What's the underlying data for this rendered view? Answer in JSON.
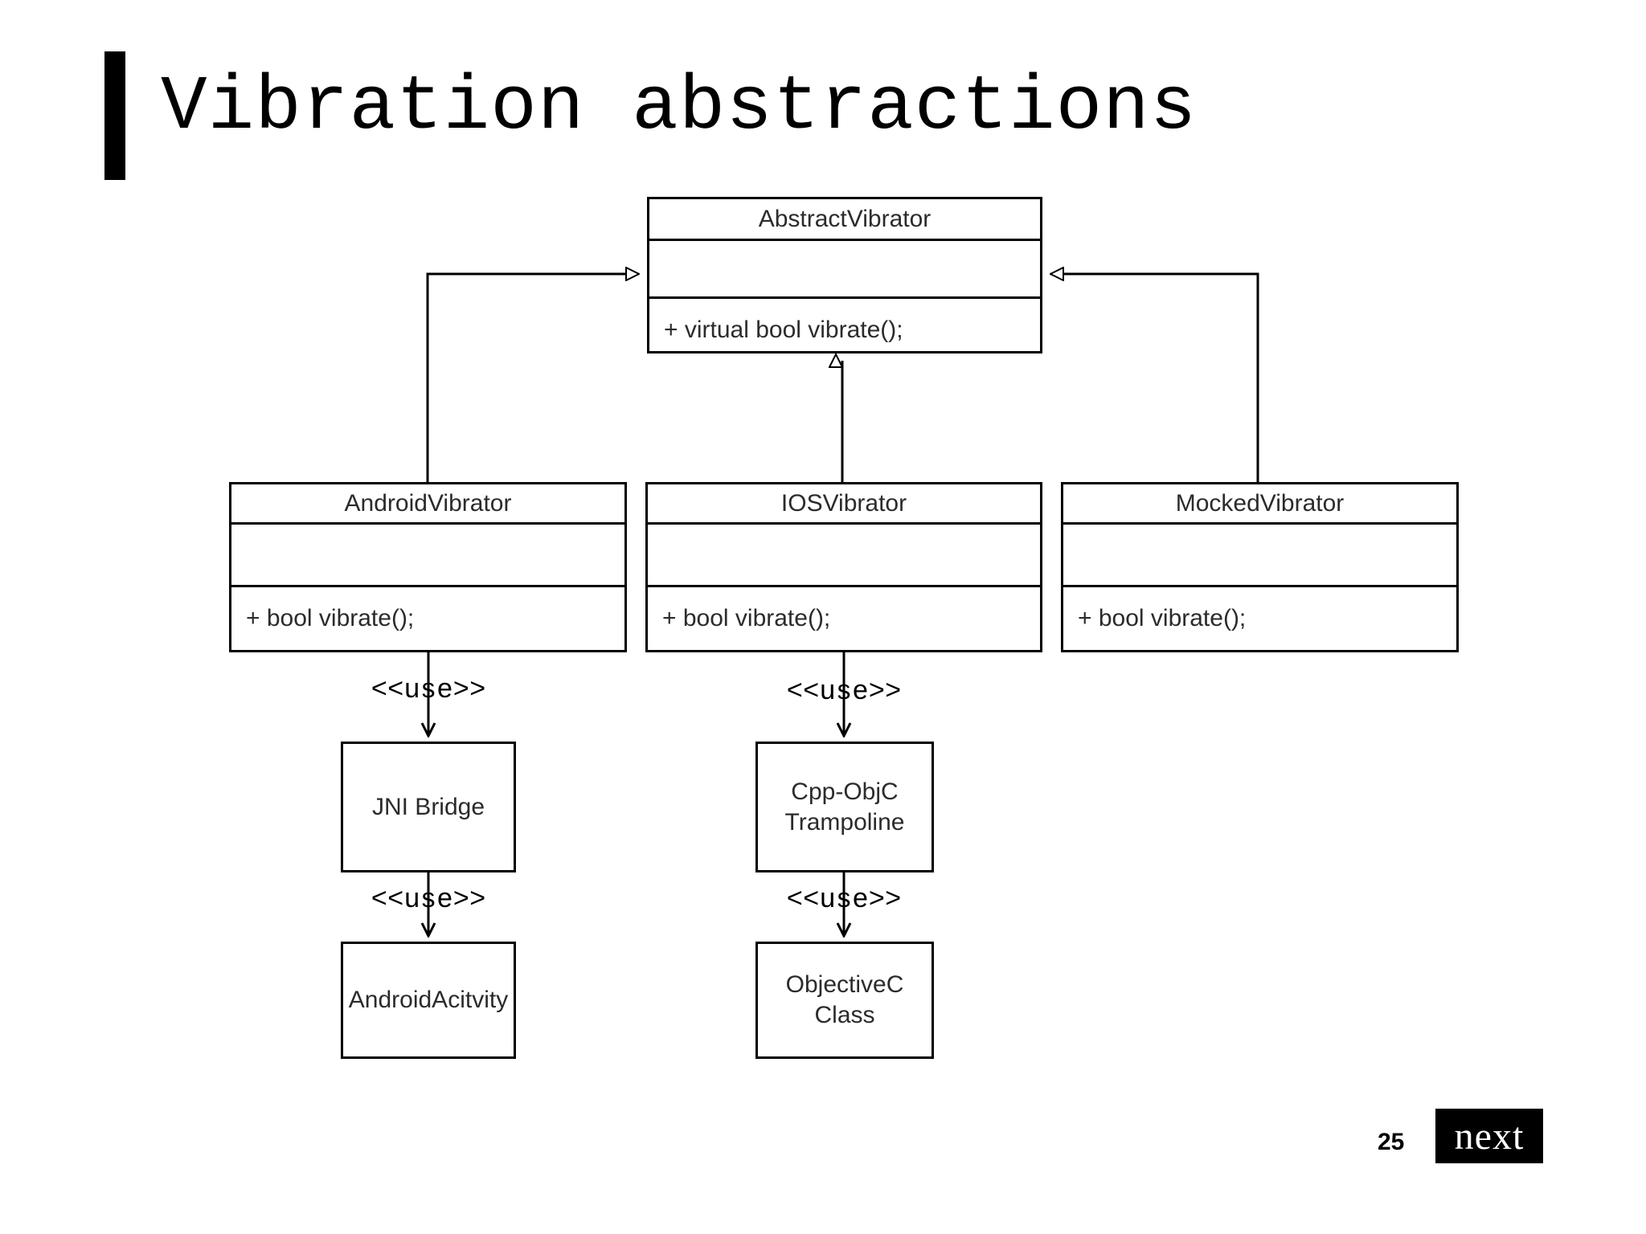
{
  "slide": {
    "title": "Vibration abstractions",
    "page_number": "25",
    "brand": "next",
    "accent_color": "#000000",
    "background_color": "#ffffff"
  },
  "diagram": {
    "type": "uml-class-diagram",
    "classes": [
      {
        "id": "abstract-vibrator",
        "name": "AbstractVibrator",
        "attributes": [],
        "operations": [
          "+ virtual bool vibrate();"
        ]
      },
      {
        "id": "android-vibrator",
        "name": "AndroidVibrator",
        "attributes": [],
        "operations": [
          "+ bool vibrate();"
        ]
      },
      {
        "id": "ios-vibrator",
        "name": "IOSVibrator",
        "attributes": [],
        "operations": [
          "+ bool vibrate();"
        ]
      },
      {
        "id": "mocked-vibrator",
        "name": "MockedVibrator",
        "attributes": [],
        "operations": [
          "+ bool vibrate();"
        ]
      }
    ],
    "nodes": [
      {
        "id": "jni-bridge",
        "label": "JNI Bridge"
      },
      {
        "id": "cpp-objc-trampoline",
        "label": "Cpp-ObjC\nTrampoline"
      },
      {
        "id": "android-activity",
        "label": "AndroidAcitvity"
      },
      {
        "id": "objectivec-class",
        "label": "ObjectiveC\nClass"
      }
    ],
    "relations": [
      {
        "from": "android-vibrator",
        "to": "abstract-vibrator",
        "kind": "generalization",
        "label": ""
      },
      {
        "from": "ios-vibrator",
        "to": "abstract-vibrator",
        "kind": "generalization",
        "label": ""
      },
      {
        "from": "mocked-vibrator",
        "to": "abstract-vibrator",
        "kind": "generalization",
        "label": ""
      },
      {
        "from": "android-vibrator",
        "to": "jni-bridge",
        "kind": "dependency",
        "label": "<<use>>"
      },
      {
        "from": "jni-bridge",
        "to": "android-activity",
        "kind": "dependency",
        "label": "<<use>>"
      },
      {
        "from": "ios-vibrator",
        "to": "cpp-objc-trampoline",
        "kind": "dependency",
        "label": "<<use>>"
      },
      {
        "from": "cpp-objc-trampoline",
        "to": "objectivec-class",
        "kind": "dependency",
        "label": "<<use>>"
      }
    ],
    "use_labels": {
      "android_to_jni": "<<use>>",
      "jni_to_activity": "<<use>>",
      "ios_to_trampoline": "<<use>>",
      "trampoline_to_objc": "<<use>>"
    }
  }
}
